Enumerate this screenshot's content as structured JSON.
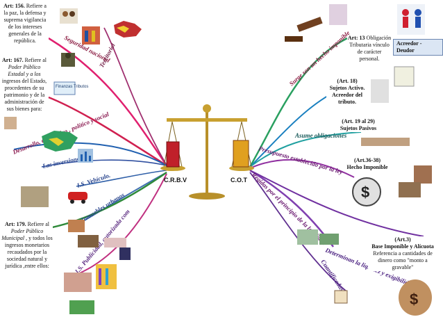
{
  "center": {
    "left_label": "C.R.B.V",
    "right_label": "C.O.T"
  },
  "branches": {
    "seguridad": "Seguridad nacional",
    "territorial": "Territorial",
    "desarrollo": "Desarrollo, económico , político y social",
    "inversiones": "Las inversiones",
    "vehiculo": "I.S. Vehículo.",
    "inmuebles": "I.S. Inmuebles urbanos",
    "publicidad": "I.S. Publicidad, autorizada com",
    "surge": "Surge son un hecho imponible",
    "asume": "Asume obligaciones",
    "presupuesto": "Presupuesto establecido por la ley",
    "regidas": "Regidas por el principio de la legalidad",
    "determina": "Determinan la liquidez y exigibilidad",
    "cuantificadas": "Cuantificadas"
  },
  "boxes": {
    "art156": {
      "num": "Art: 156.",
      "text1": "Refiere a la paz, la defensa y suprema vigilancia de los intereses generales de la república."
    },
    "art167": {
      "num": "Art: 167.",
      "text1": "Refiere al",
      "text2": "Poder Público Estadal y a los",
      "text3": "ingresos del Estado, procedentes de su patrimonio y de la administración de sus bienes para:"
    },
    "art179": {
      "num": "Art: 179.",
      "text1": "Refiere al",
      "text2": "Poder Público Municipal",
      "text3": ", y todos los ingresos monetarios recaudados por la sociedad natural y jurídica ,entre ellos:"
    },
    "art13": {
      "num": "Art: 13",
      "text1": "Obligación Tributaria vínculo de carácter personal."
    },
    "art18": {
      "line1": "(Art. 18)",
      "line2": "Sujetos Activo.",
      "line3": "Acreedor del tributo."
    },
    "art19": {
      "line1": "(Art. 19 al 29)",
      "line2": "Sujetos Pasivos"
    },
    "art36": {
      "line1": "(Art.36-38)",
      "line2": "Hecho Imponible"
    },
    "art3": {
      "line1": "(Art.3)",
      "line2": "Base Imponible y Alícuota",
      "line3": "Referencia a cantidades de dinero como \"monto a gravable\""
    }
  },
  "tag": {
    "label": "Acreedor - Deudor"
  },
  "icons": {
    "sign": "Finanzas Tributos"
  }
}
